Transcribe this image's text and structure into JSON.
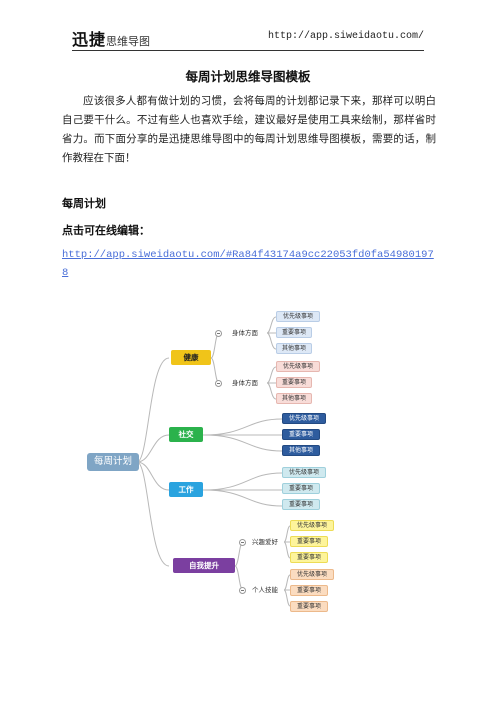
{
  "header": {
    "brand_main": "迅捷",
    "brand_sub": "思维导图",
    "url": "http://app.siweidaotu.com/"
  },
  "article": {
    "title": "每周计划思维导图模板",
    "paragraph": "应该很多人都有做计划的习惯，会将每周的计划都记录下来，那样可以明白自己要干什么。不过有些人也喜欢手绘，建议最好是使用工具来绘制，那样省时省力。而下面分享的是迅捷思维导图中的每周计划思维导图模板，需要的话，制作教程在下面！",
    "heading_weekly": "每周计划",
    "heading_edit": "点击可在线编辑：",
    "link": "http://app.siweidaotu.com/#Ra84f43174a9cc22053fd0fa549801978"
  },
  "mindmap": {
    "root": "每周计划",
    "colors": {
      "root": "#7fa5c5",
      "health": "#f0c419",
      "social": "#2bb24c",
      "work": "#2aa3df",
      "self": "#7b3fa0",
      "connector": "#b8b8b8"
    },
    "branches": [
      {
        "label": "健康",
        "children": [
          {
            "label": "身体方面",
            "leaves": [
              "优先级事项",
              "重要事项",
              "其他事项"
            ],
            "leaf_style": "light-blue"
          },
          {
            "label": "身体方面",
            "leaves": [
              "优先级事项",
              "重要事项",
              "其他事项"
            ],
            "leaf_style": "pink"
          }
        ]
      },
      {
        "label": "社交",
        "leaves": [
          "优先级事项",
          "重要事项",
          "其他事项"
        ],
        "leaf_style": "dark-blue"
      },
      {
        "label": "工作",
        "leaves": [
          "优先级事项",
          "重要事项",
          "重要事项"
        ],
        "leaf_style": "teal"
      },
      {
        "label": "自我提升",
        "children": [
          {
            "label": "兴趣爱好",
            "leaves": [
              "优先级事项",
              "重要事项",
              "重要事项"
            ],
            "leaf_style": "yellow"
          },
          {
            "label": "个人技能",
            "leaves": [
              "优先级事项",
              "重要事项",
              "重要事项"
            ],
            "leaf_style": "peach"
          }
        ]
      }
    ]
  }
}
